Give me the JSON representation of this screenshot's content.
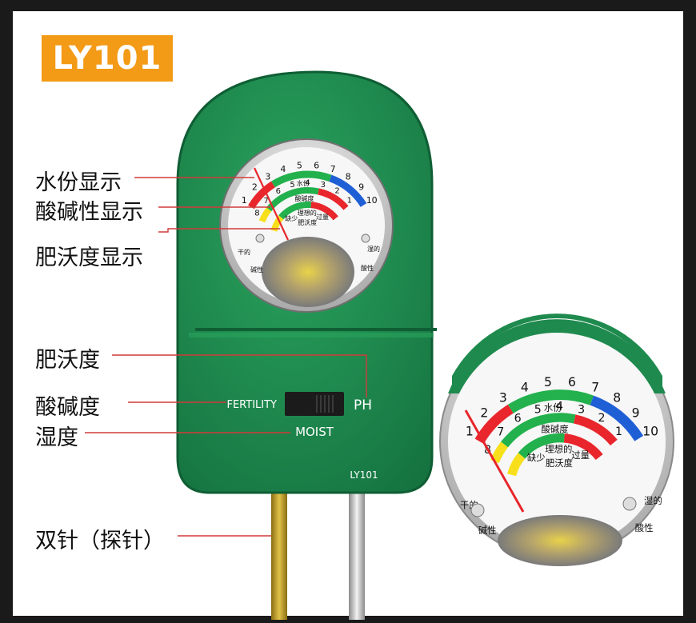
{
  "product": {
    "model_badge": "LY101",
    "body_model": "LY101"
  },
  "callouts": {
    "moisture_display": "水份显示",
    "ph_display": "酸碱性显示",
    "fertility_display": "肥沃度显示",
    "fertility": "肥沃度",
    "ph": "酸碱度",
    "humidity": "湿度",
    "probes": "双针（探针）"
  },
  "switch": {
    "fertility_label": "FERTILITY",
    "ph_label": "PH",
    "moist_label": "MOIST"
  },
  "dial": {
    "moisture_numbers": [
      "1",
      "2",
      "3",
      "4",
      "5",
      "6",
      "7",
      "8",
      "9",
      "10"
    ],
    "moisture_title": "水份",
    "dry_label": "干的",
    "wet_label": "湿的",
    "ph_numbers": [
      "8",
      "7",
      "6",
      "5",
      "4",
      "3",
      "2",
      "1"
    ],
    "ph_title": "酸碱度",
    "alkaline_label": "碱性",
    "acidic_label": "酸性",
    "fert_low": "缺少",
    "fert_ideal": "理想的",
    "fert_high": "过量",
    "fert_title": "肥沃度"
  },
  "colors": {
    "badge": "#f39a16",
    "meter_body": "#1f8a4e",
    "red": "#e8262b",
    "green": "#22b14c",
    "blue": "#1f5fd6",
    "yellow": "#f7e01b",
    "probe_gold": "#c9a32a",
    "probe_silver": "#c8c8c8"
  }
}
